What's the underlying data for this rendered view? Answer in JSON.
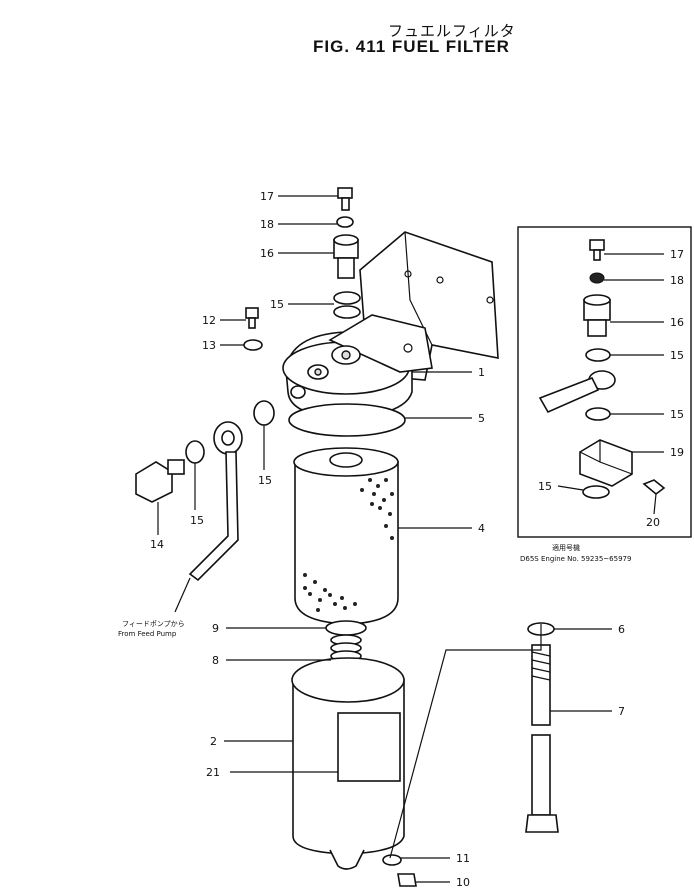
{
  "figure": {
    "title_jp": "フュエルフィルタ",
    "title_en": "FIG. 411  FUEL FILTER"
  },
  "labels": {
    "p1": "1",
    "p2": "2",
    "p4": "4",
    "p5": "5",
    "p6": "6",
    "p7": "7",
    "p8": "8",
    "p9": "9",
    "p10": "10",
    "p11": "11",
    "p12": "12",
    "p13": "13",
    "p14": "14",
    "p15a": "15",
    "p15b": "15",
    "p15c": "15",
    "p16": "16",
    "p17": "17",
    "p18": "18",
    "p21": "21"
  },
  "inset": {
    "p15a": "15",
    "p15b": "15",
    "p15c": "15",
    "p16": "16",
    "p17": "17",
    "p18": "18",
    "p19": "19",
    "p20": "20",
    "note_jp": "適用号機",
    "note_en": "D65S Engine No. 59235~65979"
  },
  "feed_pump": {
    "jp": "フィードポンプから",
    "en": "From Feed Pump"
  }
}
